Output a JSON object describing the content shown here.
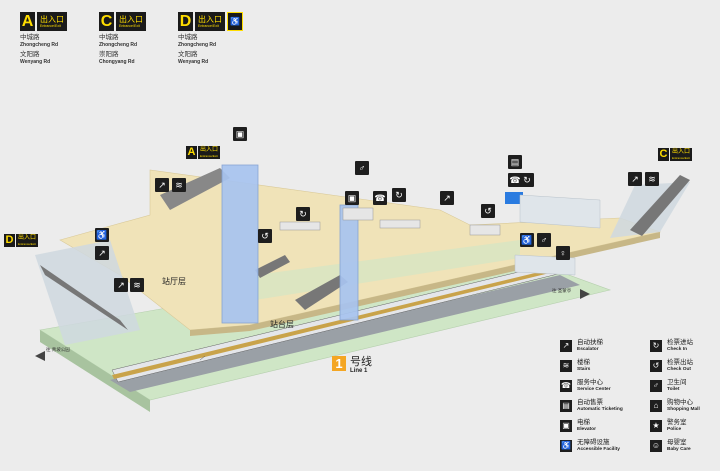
{
  "exits_top": [
    {
      "letter": "A",
      "zh": "出入口",
      "en": "Entrance/Exit",
      "roads": [
        {
          "zh": "中城路",
          "en": "Zhongcheng Rd"
        },
        {
          "zh": "文阳路",
          "en": "Wenyang Rd"
        }
      ]
    },
    {
      "letter": "C",
      "zh": "出入口",
      "en": "Entrance/Exit",
      "roads": [
        {
          "zh": "中城路",
          "en": "Zhongcheng Rd"
        },
        {
          "zh": "崇阳路",
          "en": "Chongyang Rd"
        }
      ]
    },
    {
      "letter": "D",
      "zh": "出入口",
      "en": "Entrance/Exit",
      "accessible_icon": "accessible-icon",
      "roads": [
        {
          "zh": "中城路",
          "en": "Zhongcheng Rd"
        },
        {
          "zh": "文阳路",
          "en": "Wenyang Rd"
        }
      ]
    }
  ],
  "map_markers": [
    {
      "letter": "A",
      "zh": "出入口",
      "en": "Entrance/Exit"
    },
    {
      "letter": "C",
      "zh": "出入口",
      "en": "Entrance/Exit"
    },
    {
      "letter": "D",
      "zh": "出入口",
      "en": "Entrance/Exit"
    }
  ],
  "levels": {
    "concourse": "站厅层",
    "platform": "站台层"
  },
  "directions": {
    "left": "往 青坡公园",
    "right": "往 圣蒙亭"
  },
  "line": {
    "number": "1",
    "zh": "号线",
    "en": "Line 1"
  },
  "legend": [
    {
      "icon": "escalator-icon",
      "zh": "自动扶梯",
      "en": "Escalator"
    },
    {
      "icon": "check-in-icon",
      "zh": "检票进站",
      "en": "Check In"
    },
    {
      "icon": "stairs-icon",
      "zh": "楼梯",
      "en": "Stairs"
    },
    {
      "icon": "check-out-icon",
      "zh": "检票出站",
      "en": "Check Out"
    },
    {
      "icon": "service-center-icon",
      "zh": "服务中心",
      "en": "Service Center"
    },
    {
      "icon": "toilet-icon",
      "zh": "卫生间",
      "en": "Toilet"
    },
    {
      "icon": "ticketing-icon",
      "zh": "自动售票",
      "en": "Automatic Ticketing"
    },
    {
      "icon": "shopping-mall-icon",
      "zh": "购物中心",
      "en": "Shopping Mall"
    },
    {
      "icon": "elevator-icon",
      "zh": "电梯",
      "en": "Elevator"
    },
    {
      "icon": "police-icon",
      "zh": "警务室",
      "en": "Police"
    },
    {
      "icon": "accessible-icon",
      "zh": "无障碍设施",
      "en": "Accessible Facility"
    },
    {
      "icon": "baby-care-icon",
      "zh": "母婴室",
      "en": "Baby Care"
    }
  ],
  "colors": {
    "concourse": "#f0e3b8",
    "platform": "#cfe6c6",
    "elevator_shaft": "#a8c4f0",
    "sign_bg": "#1a1a1a",
    "sign_text": "#ffdd00",
    "line_badge": "#f4a623"
  }
}
